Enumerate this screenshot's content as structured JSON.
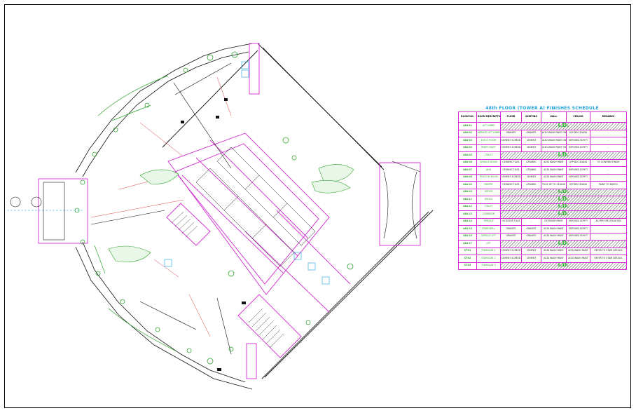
{
  "drawing": {
    "title": "48th FLOOR (TOWER A) FINISHES SCHEDULE",
    "id_mark": "I.D.",
    "columns": [
      "ROOM NO.",
      "ROOM DESCRIPTION",
      "FLOOR",
      "SKIRTING",
      "WALL",
      "CEILING",
      "REMARKS"
    ],
    "rows": [
      {
        "code": "48A-01",
        "name": "LIFT LOBBY",
        "floor": "",
        "skirting": "",
        "wall": "",
        "ceiling": "",
        "remarks": "",
        "id": true
      },
      {
        "code": "48A-02",
        "name": "SERVICE LIFT LOBBY",
        "floor": "GRANITE",
        "skirting": "GRANITE",
        "wall": "ACID WASH PAINT ON PLASTER",
        "ceiling": "GYP BD CEILING",
        "remarks": "-",
        "id": false
      },
      {
        "code": "48A-03",
        "name": "ELECT. ROOM",
        "floor": "CEMENT SCREED",
        "skirting": "CEMENT",
        "wall": "ACID WASH PAINT ON PLASTER",
        "ceiling": "EXPOSED SOFFIT",
        "remarks": "-",
        "id": false
      },
      {
        "code": "48A-04",
        "name": "RISER SHAFT",
        "floor": "CEMENT SCREED",
        "skirting": "CEMENT",
        "wall": "ACID WASH PAINT ON PLASTER",
        "ceiling": "EXPOSED SOFFIT",
        "remarks": "-",
        "id": false
      },
      {
        "code": "48A-05",
        "name": "TOILET",
        "floor": "",
        "skirting": "",
        "wall": "",
        "ceiling": "",
        "remarks": "",
        "id": true
      },
      {
        "code": "48A-06",
        "name": "SERVICE ROOM",
        "floor": "CERAMIC TILES",
        "skirting": "CERAMIC",
        "wall": "ACID WASH PAINT",
        "ceiling": "GYP BD CEILING",
        "remarks": "TO CONFIRM FINISH",
        "id": false
      },
      {
        "code": "48A-07",
        "name": "AHU",
        "floor": "CERAMIC TILES",
        "skirting": "CERAMIC",
        "wall": "ACID WASH PAINT",
        "ceiling": "EXPOSED SOFFIT",
        "remarks": "-",
        "id": false
      },
      {
        "code": "48A-08",
        "name": "TELECOM ROOM",
        "floor": "CEMENT SCREED",
        "skirting": "CEMENT",
        "wall": "ACID WASH PAINT",
        "ceiling": "EXPOSED SOFFIT",
        "remarks": "-",
        "id": false
      },
      {
        "code": "48A-09",
        "name": "PANTRY",
        "floor": "CERAMIC TILES",
        "skirting": "CERAMIC",
        "wall": "TILES UP TO CEILING",
        "ceiling": "GYP BD CEILING",
        "remarks": "PAINT TO MATCH",
        "id": false
      },
      {
        "code": "48A-10",
        "name": "OFFICE",
        "floor": "",
        "skirting": "",
        "wall": "",
        "ceiling": "",
        "remarks": "",
        "id": true
      },
      {
        "code": "48A-11",
        "name": "OFFICE",
        "floor": "",
        "skirting": "",
        "wall": "",
        "ceiling": "",
        "remarks": "",
        "id": true
      },
      {
        "code": "48A-12",
        "name": "TOILET",
        "floor": "",
        "skirting": "",
        "wall": "",
        "ceiling": "",
        "remarks": "",
        "id": true
      },
      {
        "code": "48A-13",
        "name": "CORRIDOR",
        "floor": "",
        "skirting": "",
        "wall": "",
        "ceiling": "",
        "remarks": "",
        "id": true
      },
      {
        "code": "48A-14",
        "name": "TERRACE",
        "floor": "OUTDOOR TILES",
        "skirting": "-",
        "wall": "EXTERIOR PAINT",
        "ceiling": "EXPOSED SOFFIT",
        "remarks": "AS PER SPECIFICATION",
        "id": false
      },
      {
        "code": "48A-15",
        "name": "STAIR WELL",
        "floor": "GRANITE",
        "skirting": "GRANITE",
        "wall": "ACID WASH PAINT",
        "ceiling": "EXPOSED SOFFIT",
        "remarks": "-",
        "id": false
      },
      {
        "code": "48A-16",
        "name": "SERVICE LIFT",
        "floor": "GRANITE",
        "skirting": "GRANITE",
        "wall": "ACID WASH PAINT",
        "ceiling": "EXPOSED SOFFIT",
        "remarks": "-",
        "id": false
      },
      {
        "code": "48A-17",
        "name": "LIFT",
        "floor": "",
        "skirting": "",
        "wall": "",
        "ceiling": "",
        "remarks": "",
        "id": true
      },
      {
        "code": "ST-01",
        "name": "STAIRCASE 1",
        "floor": "CEMENT SCREED",
        "skirting": "CEMENT",
        "wall": "ACID WASH PAINT",
        "ceiling": "ACID WASH PAINT",
        "remarks": "REFER TO STAIR DETAILS",
        "id": false
      },
      {
        "code": "ST-02",
        "name": "STAIRCASE 2",
        "floor": "CEMENT SCREED",
        "skirting": "CEMENT",
        "wall": "ACID WASH PAINT",
        "ceiling": "ACID WASH PAINT",
        "remarks": "REFER TO STAIR DETAILS",
        "id": false
      },
      {
        "code": "ST-03",
        "name": "STAIRCASE 3",
        "floor": "",
        "skirting": "",
        "wall": "",
        "ceiling": "",
        "remarks": "",
        "id": true
      }
    ]
  },
  "colors": {
    "walls_magenta": "#d02bd0",
    "linework_black": "#111111",
    "vegetation_green": "#2fa52f",
    "annotation_cyan": "#1a9fe0",
    "grid_red": "#e04040",
    "id_green": "#2db92d"
  }
}
